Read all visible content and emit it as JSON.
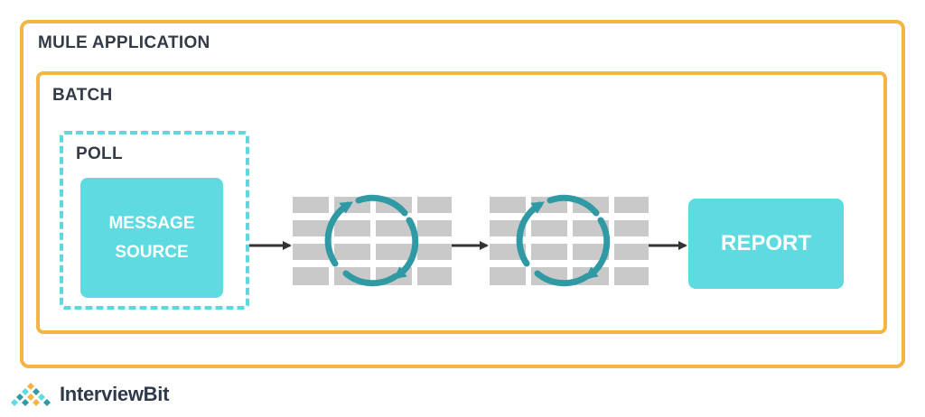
{
  "labels": {
    "mule_application": "MULE APPLICATION",
    "batch": "BATCH",
    "poll": "POLL",
    "message_source_line1": "MESSAGE",
    "message_source_line2": "SOURCE",
    "report": "REPORT"
  },
  "branding": {
    "logo_text": "InterviewBit",
    "logo_icon": "diamond-pattern-icon"
  },
  "colors": {
    "frame_orange": "#f6b444",
    "accent_cyan": "#5ddbe0",
    "cycle_teal": "#2f99a4",
    "grid_gray": "#c9c9c9",
    "arrow_dark": "#333333"
  },
  "icons": [
    "cycle-icon",
    "table-grid-icon",
    "arrow-right-icon"
  ]
}
